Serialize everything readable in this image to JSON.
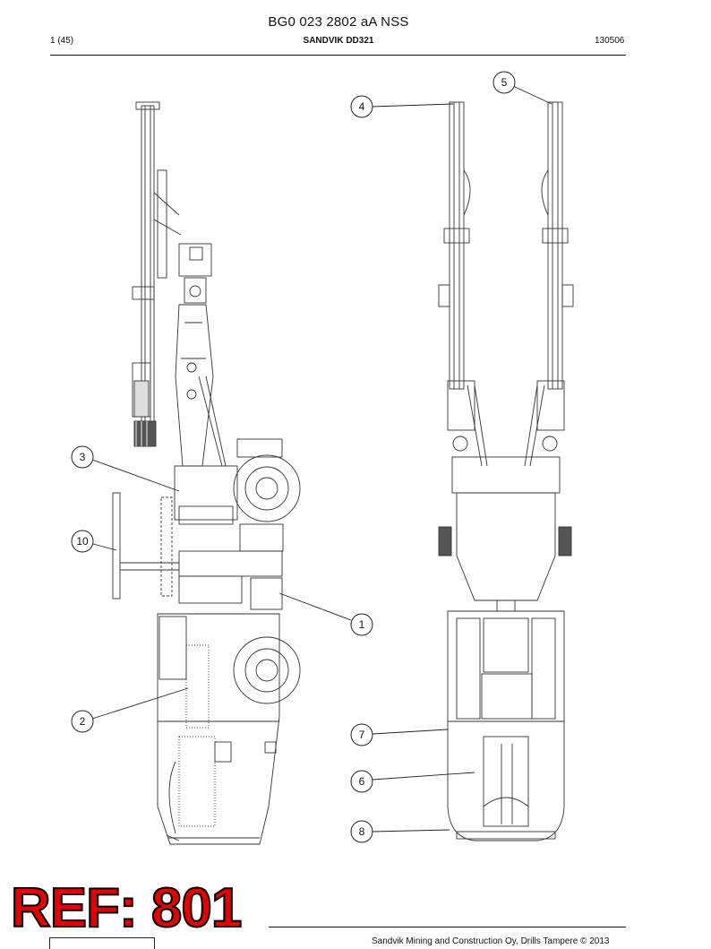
{
  "document": {
    "title": "BG0 023 2802 aA NSS",
    "page": "1 (45)",
    "model": "SANDVIK DD321",
    "date_code": "130506"
  },
  "callouts": [
    "1",
    "2",
    "3",
    "4",
    "5",
    "6",
    "7",
    "8",
    "10"
  ],
  "stamp": "REF: 801",
  "footer": {
    "copyright": "Sandvik Mining and Construction Oy, Drills Tampere © 2013"
  },
  "colors": {
    "stamp_fill": "#e00000",
    "line": "#222222"
  }
}
